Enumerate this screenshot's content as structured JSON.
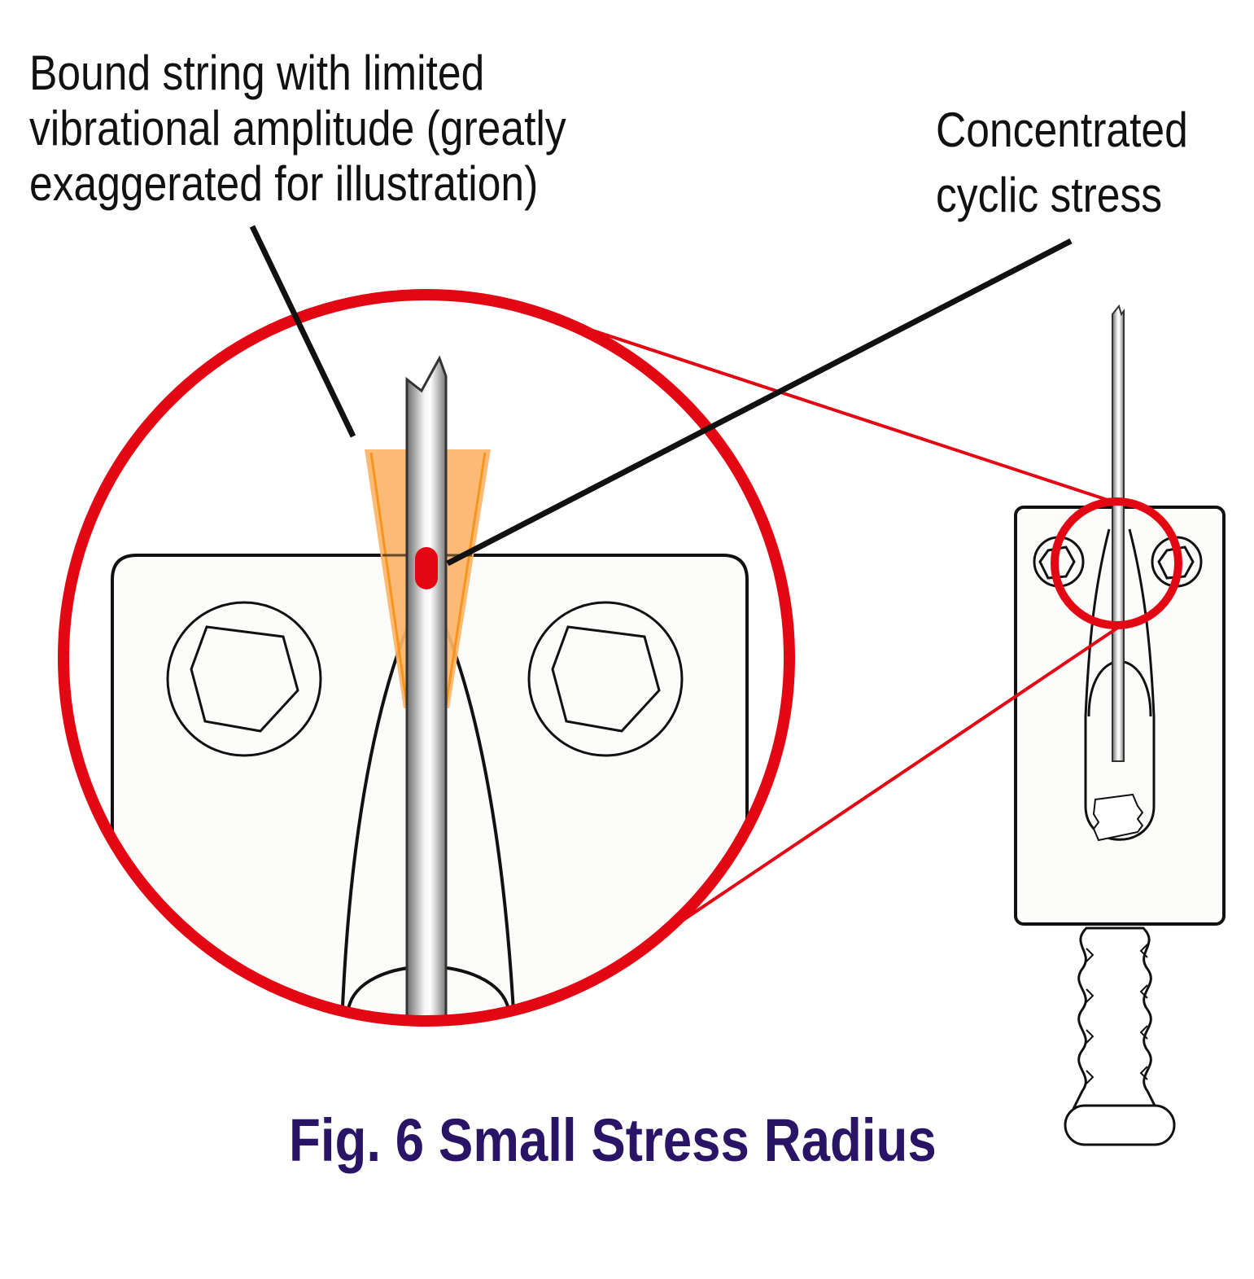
{
  "callouts": {
    "amplitude": {
      "lines": [
        "Bound string with limited",
        "vibrational amplitude (greatly",
        "exaggerated for illustration)"
      ]
    },
    "stress": {
      "lines": [
        "Concentrated",
        "cyclic stress"
      ]
    }
  },
  "caption": "Fig. 6 Small Stress Radius",
  "colors": {
    "magnifier": "#e30613",
    "amplitude_fill": "#fbb46a",
    "amplitude_edge": "#f7941d",
    "stress_point": "#e30613",
    "caption": "#2a1466",
    "plate": "#fcfcfa",
    "outline": "#111111"
  }
}
